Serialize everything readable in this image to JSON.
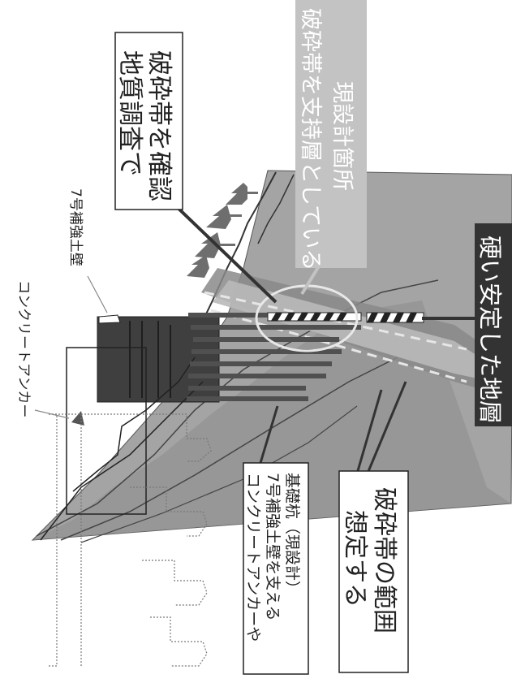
{
  "labels": {
    "concrete_anchor": "コンクリートアンカー",
    "reinforced_wall": "7号補強土壁",
    "survey_line1": "地質調査で",
    "survey_line2": "破砕帯を確認",
    "current_design_line1": "破砕帯を支持層としている",
    "current_design_line2": "現設計箇所",
    "hard_layer": "硬い安定した地層",
    "piles_line1": "コンクリートアンカーや",
    "piles_line2": "7号補強土壁を支える",
    "piles_line3": "基礎杭（現設計）",
    "fracture_range_line1": "想定する",
    "fracture_range_line2": "破砕帯の範囲"
  },
  "colors": {
    "background": "#ffffff",
    "ground_mid": "#a7a7a7",
    "ground_dark": "#8c8c8c",
    "fracture_band": "#808080",
    "fracture_band_light": "#b9b9b9",
    "structure_dark": "#3f3f3f",
    "pile": "#505050",
    "label_dark_bg": "#333333",
    "label_gray_bg": "#c3c3c3",
    "label_border": "#222222",
    "tree": "#6e6e6e"
  }
}
